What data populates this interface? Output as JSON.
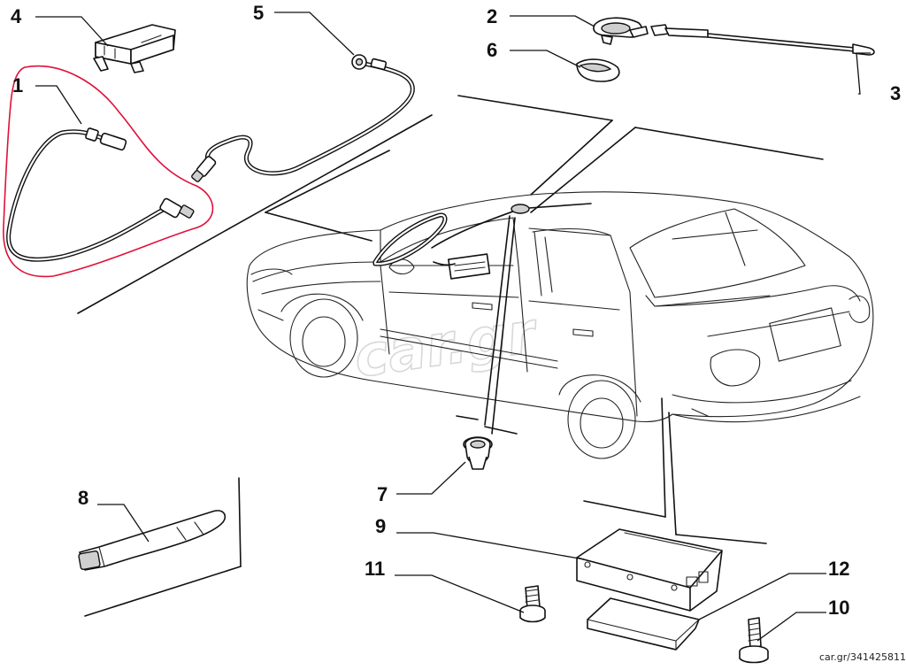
{
  "callouts": [
    {
      "id": "1",
      "label": "1"
    },
    {
      "id": "2",
      "label": "2"
    },
    {
      "id": "3",
      "label": "3"
    },
    {
      "id": "4",
      "label": "4"
    },
    {
      "id": "5",
      "label": "5"
    },
    {
      "id": "6",
      "label": "6"
    },
    {
      "id": "7",
      "label": "7"
    },
    {
      "id": "8",
      "label": "8"
    },
    {
      "id": "9",
      "label": "9"
    },
    {
      "id": "10",
      "label": "10"
    },
    {
      "id": "11",
      "label": "11"
    },
    {
      "id": "12",
      "label": "12"
    }
  ],
  "watermark": {
    "logo_text": "car.gr",
    "listing_id": "car.gr/341425811"
  },
  "colors": {
    "line": "#111111",
    "highlight": "#e0103a",
    "background": "#ffffff"
  },
  "icons": {
    "highlight_ring": "red-outline-highlight"
  }
}
